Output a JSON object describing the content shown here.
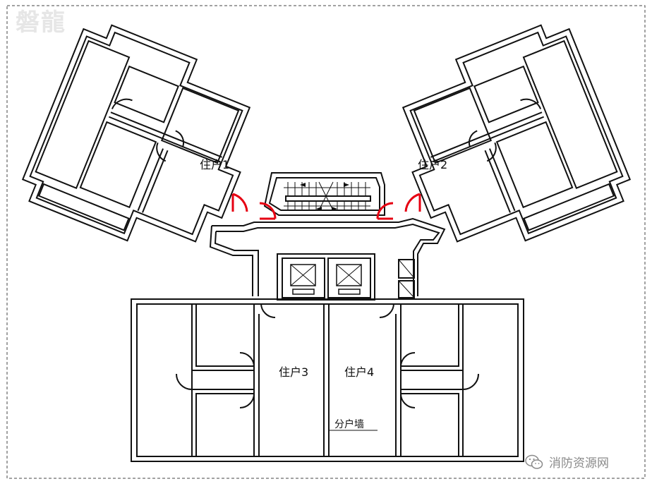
{
  "units": {
    "unit1": "住户1",
    "unit2": "住户2",
    "unit3": "住户3",
    "unit4": "住户4"
  },
  "party_wall_label": "分户墙",
  "watermark_top": "磐龍",
  "watermark_bottom": "消防资源网",
  "colors": {
    "wall": "#111111",
    "door_highlight": "#e60012",
    "border_dash": "#444444",
    "watermark": "#8a8a8a"
  }
}
